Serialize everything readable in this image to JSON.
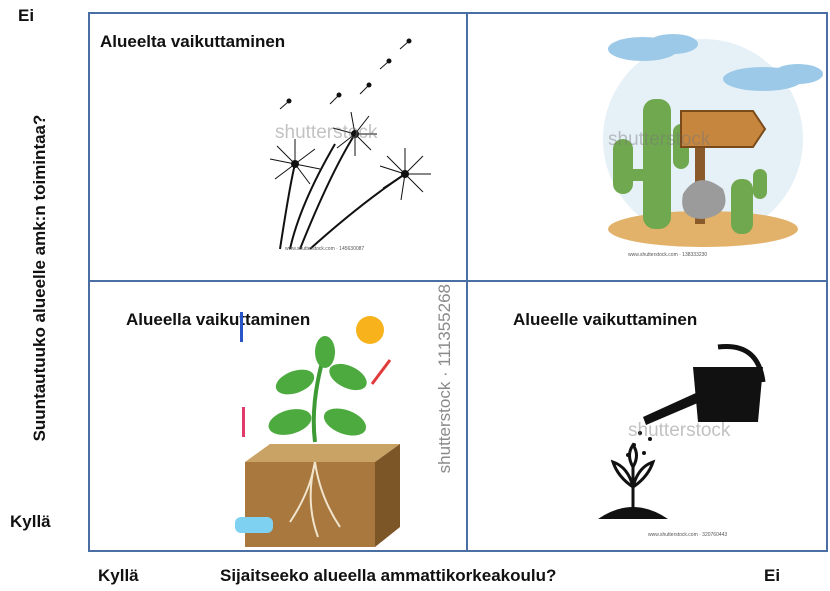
{
  "y_axis": {
    "top_label": "Ei",
    "bottom_label": "Kyllä",
    "title": "Suuntautuuko alueelle amk:n toimintaa?"
  },
  "x_axis": {
    "left_label": "Kyllä",
    "title": "Sijaitseeko alueella ammattikorkeakoulu?",
    "right_label": "Ei"
  },
  "quadrants": {
    "top_left": {
      "label": "Alueelta vaikuttaminen",
      "illustration": "dandelion-icon"
    },
    "top_right": {
      "label": "",
      "illustration": "cactus-signpost-icon"
    },
    "bottom_left": {
      "label": "Alueella vaikuttaminen",
      "illustration": "plant-growth-icon"
    },
    "bottom_right": {
      "label": "Alueelle vaikuttaminen",
      "illustration": "watering-can-icon"
    }
  },
  "colors": {
    "border": "#4a6fa5"
  }
}
